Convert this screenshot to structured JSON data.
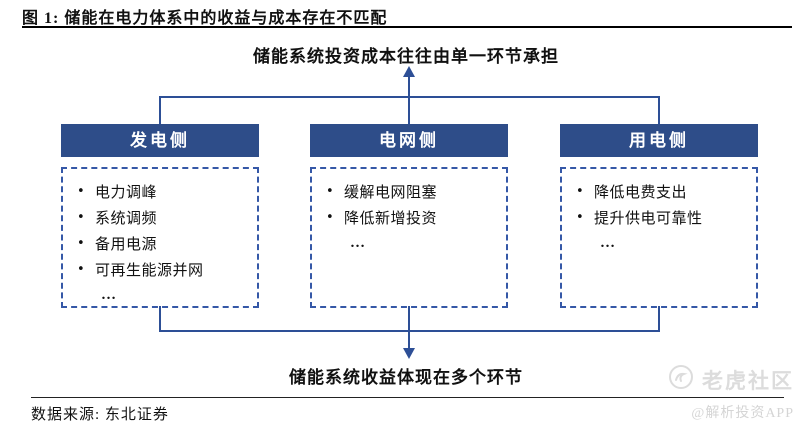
{
  "figure": {
    "title": "图 1: 储能在电力体系中的收益与成本存在不匹配",
    "top_label": "储能系统投资成本往往由单一环节承担",
    "bottom_label": "储能系统收益体现在多个环节",
    "source": "数据来源: 东北证券"
  },
  "bullet_char": "•",
  "columns": [
    {
      "header": "发电侧",
      "items": [
        "电力调峰",
        "系统调频",
        "备用电源",
        "可再生能源并网",
        "…"
      ]
    },
    {
      "header": "电网侧",
      "items": [
        "缓解电网阻塞",
        "降低新增投资",
        "…"
      ]
    },
    {
      "header": "用电侧",
      "items": [
        "降低电费支出",
        "提升供电可靠性",
        "…"
      ]
    }
  ],
  "watermark": {
    "brand": "老虎社区",
    "handle": "@解析投资APP",
    "logo_icon": "tiger-logo-icon"
  },
  "colors": {
    "header_box": "#2e4d89",
    "connector_line": "#2d4f96",
    "dashed_border": "#3558a7",
    "title_rule": "#000000",
    "watermark_gray": "#dcdcdc"
  }
}
